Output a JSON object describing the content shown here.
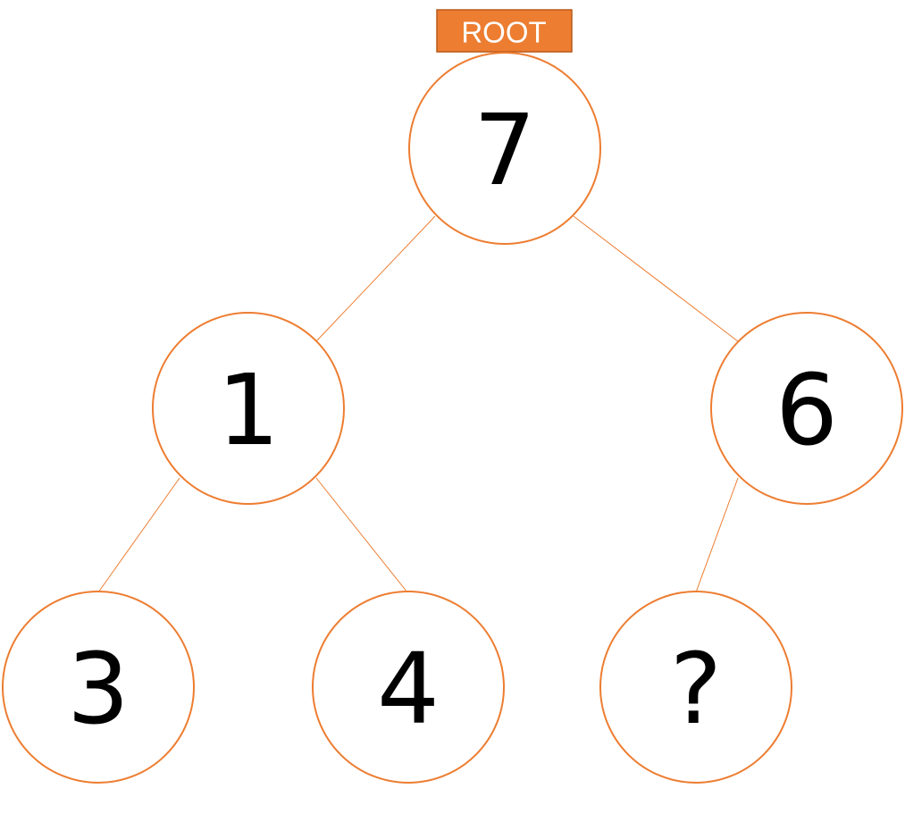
{
  "root_label": "ROOT",
  "colors": {
    "accent": "#ED7D31",
    "text": "#000000",
    "background": "#ffffff"
  },
  "nodes": {
    "root": {
      "value": "7"
    },
    "left": {
      "value": "1"
    },
    "right": {
      "value": "6"
    },
    "left_left": {
      "value": "3"
    },
    "left_right": {
      "value": "4"
    },
    "right_left": {
      "value": "?"
    }
  }
}
